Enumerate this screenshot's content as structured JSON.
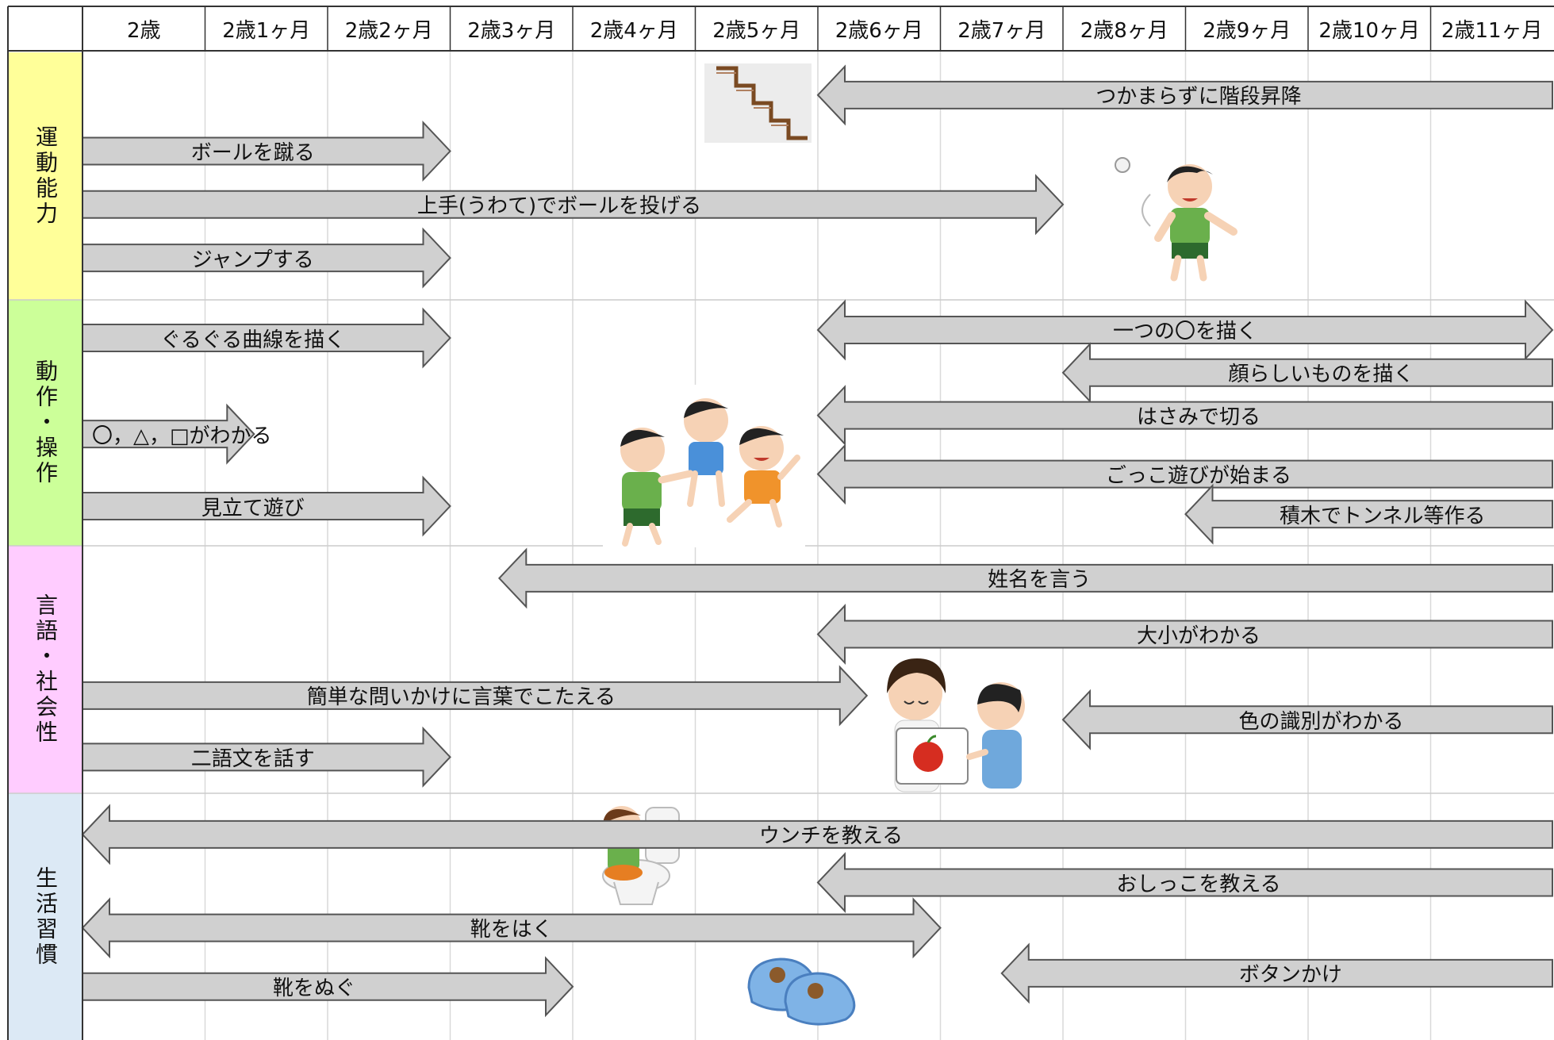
{
  "months": [
    "2歳",
    "2歳1ヶ月",
    "2歳2ヶ月",
    "2歳3ヶ月",
    "2歳4ヶ月",
    "2歳5ヶ月",
    "2歳6ヶ月",
    "2歳7ヶ月",
    "2歳8ヶ月",
    "2歳9ヶ月",
    "2歳10ヶ月",
    "2歳11ヶ月"
  ],
  "categories": [
    {
      "label": "運動能力",
      "color": "#ffff99"
    },
    {
      "label": "動作・操作",
      "color": "#ccff99"
    },
    {
      "label": "言語・社会性",
      "color": "#ffccff"
    },
    {
      "label": "生活習慣",
      "color": "#dce9f5"
    }
  ],
  "items": [
    {
      "label": "つかまらずに階段昇降",
      "start": 6,
      "end": 12,
      "heads": "left",
      "row": 0.8
    },
    {
      "label": "ボールを蹴る",
      "start": 0,
      "end": 3,
      "heads": "right",
      "row": 1.85
    },
    {
      "label": "上手(うわて)でボールを投げる",
      "start": 0,
      "end": 8,
      "heads": "right",
      "row": 2.85
    },
    {
      "label": "ジャンプする",
      "start": 0,
      "end": 3,
      "heads": "right",
      "row": 3.85
    },
    {
      "label": "ぐるぐる曲線を描く",
      "start": 0,
      "end": 3,
      "heads": "right",
      "row": 5.35
    },
    {
      "label": "一つの〇を描く",
      "start": 6,
      "end": 12,
      "heads": "both",
      "row": 5.2
    },
    {
      "label": "顔らしいものを描く",
      "start": 8,
      "end": 12,
      "heads": "left",
      "row": 6.0
    },
    {
      "label": "はさみで切る",
      "start": 6,
      "end": 12,
      "heads": "left",
      "row": 6.8
    },
    {
      "label": "〇，△，□がわかる",
      "start": 0,
      "end": 1.4,
      "heads": "right",
      "row": 7.15
    },
    {
      "label": "ごっこ遊びが始まる",
      "start": 6,
      "end": 12,
      "heads": "left",
      "row": 7.9
    },
    {
      "label": "積木でトンネル等作る",
      "start": 9,
      "end": 12,
      "heads": "left",
      "row": 8.65
    },
    {
      "label": "見立て遊び",
      "start": 0,
      "end": 3,
      "heads": "right",
      "row": 8.5
    },
    {
      "label": "姓名を言う",
      "start": 3.4,
      "end": 12,
      "heads": "left",
      "row": 9.85
    },
    {
      "label": "大小がわかる",
      "start": 6,
      "end": 12,
      "heads": "left",
      "row": 10.9
    },
    {
      "label": "簡単な問いかけに言葉でこたえる",
      "start": 0,
      "end": 6.4,
      "heads": "right",
      "row": 12.05
    },
    {
      "label": "色の識別がわかる",
      "start": 8,
      "end": 12,
      "heads": "left",
      "row": 12.5
    },
    {
      "label": "二語文を話す",
      "start": 0,
      "end": 3,
      "heads": "right",
      "row": 13.2
    },
    {
      "label": "ウンチを教える",
      "start": 0,
      "end": 12,
      "heads": "left",
      "row": 14.65
    },
    {
      "label": "おしっこを教える",
      "start": 6,
      "end": 12,
      "heads": "left",
      "row": 15.55
    },
    {
      "label": "靴をはく",
      "start": 0,
      "end": 7,
      "heads": "both",
      "row": 16.4
    },
    {
      "label": "ボタンかけ",
      "start": 7.5,
      "end": 12,
      "heads": "left",
      "row": 17.25
    },
    {
      "label": "靴をぬぐ",
      "start": 0,
      "end": 4,
      "heads": "right",
      "row": 17.5
    }
  ],
  "illustrations": [
    {
      "name": "stairs-icon"
    },
    {
      "name": "boy-throwing-ball-icon"
    },
    {
      "name": "kids-playing-icon"
    },
    {
      "name": "teacher-child-apple-card-icon"
    },
    {
      "name": "child-on-toilet-icon"
    },
    {
      "name": "shoes-icon"
    }
  ],
  "colors": {
    "arrow_fill": "#d0d0d0",
    "arrow_stroke": "#555555",
    "grid": "#d9d9d9",
    "border": "#333333"
  }
}
